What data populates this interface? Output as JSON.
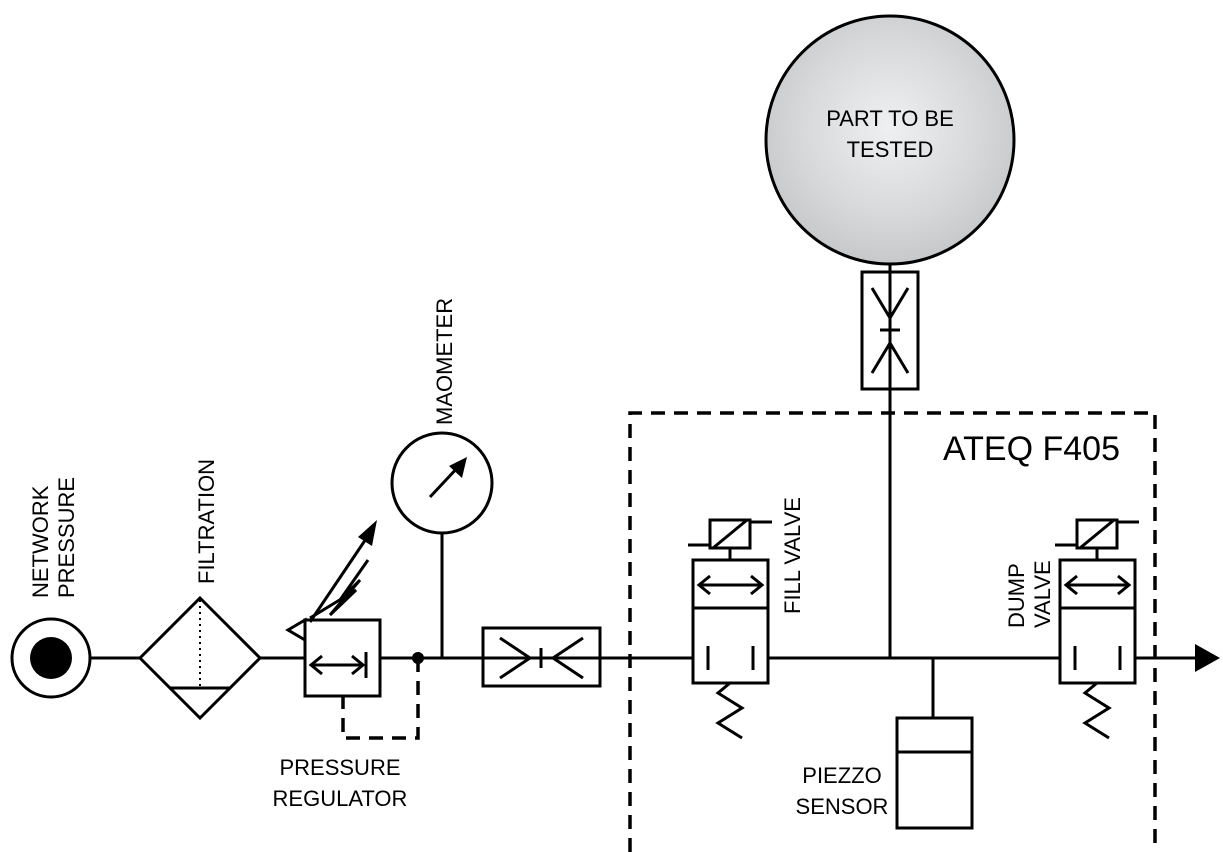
{
  "labels": {
    "network_pressure": [
      "NETWORK",
      "PRESSURE"
    ],
    "filtration": "FILTRATION",
    "pressure_regulator": [
      "PRESSURE",
      "REGULATOR"
    ],
    "manometer": "MAOMETER",
    "part": [
      "PART TO BE",
      "TESTED"
    ],
    "ateq": "ATEQ F405",
    "fill_valve": "FILL VALVE",
    "dump_valve": [
      "DUMP",
      "VALVE"
    ],
    "piezzo_sensor": [
      "PIEZZO",
      "SENSOR"
    ]
  },
  "colors": {
    "line": "#000000",
    "part_fill": "#d2d4d6"
  }
}
